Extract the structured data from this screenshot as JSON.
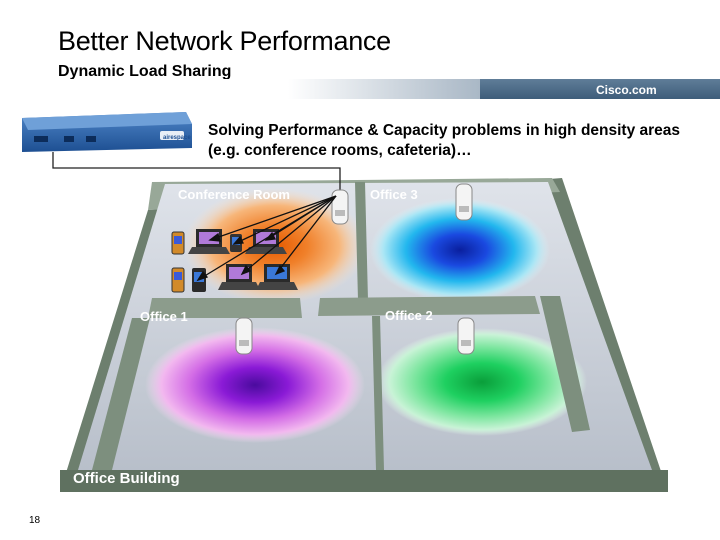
{
  "header": {
    "title": "Better Network Performance",
    "subtitle": "Dynamic Load Sharing",
    "cisco_link": "Cisco.com"
  },
  "description": "Solving Performance & Capacity problems in high density areas (e.g. conference rooms, cafeteria)…",
  "device": {
    "brand": "airespace"
  },
  "rooms": {
    "conference": "Conference Room",
    "office3": "Office 3",
    "office1": "Office 1",
    "office2": "Office 2"
  },
  "building_label": "Office Building",
  "footer": {
    "page_number": "18"
  },
  "colors": {
    "conference_heat": "#f08a2a",
    "office3_heat": "#1a3cd6",
    "office1_heat": "#8a1ad6",
    "office2_heat": "#1ed060",
    "floor": "#c9ced6",
    "wall": "#7d8f7e",
    "accent_bar": "#3e5d7a"
  }
}
